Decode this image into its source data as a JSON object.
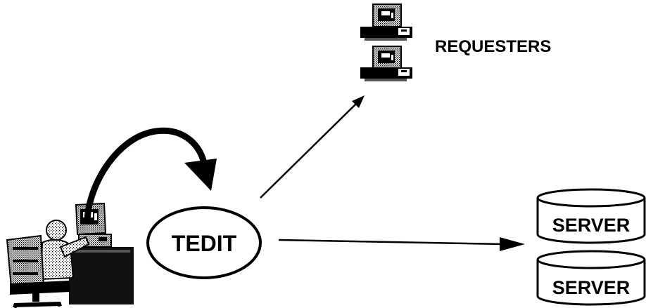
{
  "labels": {
    "requesters": "REQUESTERS",
    "tedit": "TEDIT",
    "server_top": "SERVER",
    "server_bottom": "SERVER"
  },
  "icons": {
    "operator": "person-at-computer-icon",
    "requester": "desktop-computer-icon",
    "server": "database-cylinder-icon"
  },
  "colors": {
    "ink": "#000000",
    "paper": "#ffffff",
    "halftone": "#9a9a9a"
  }
}
